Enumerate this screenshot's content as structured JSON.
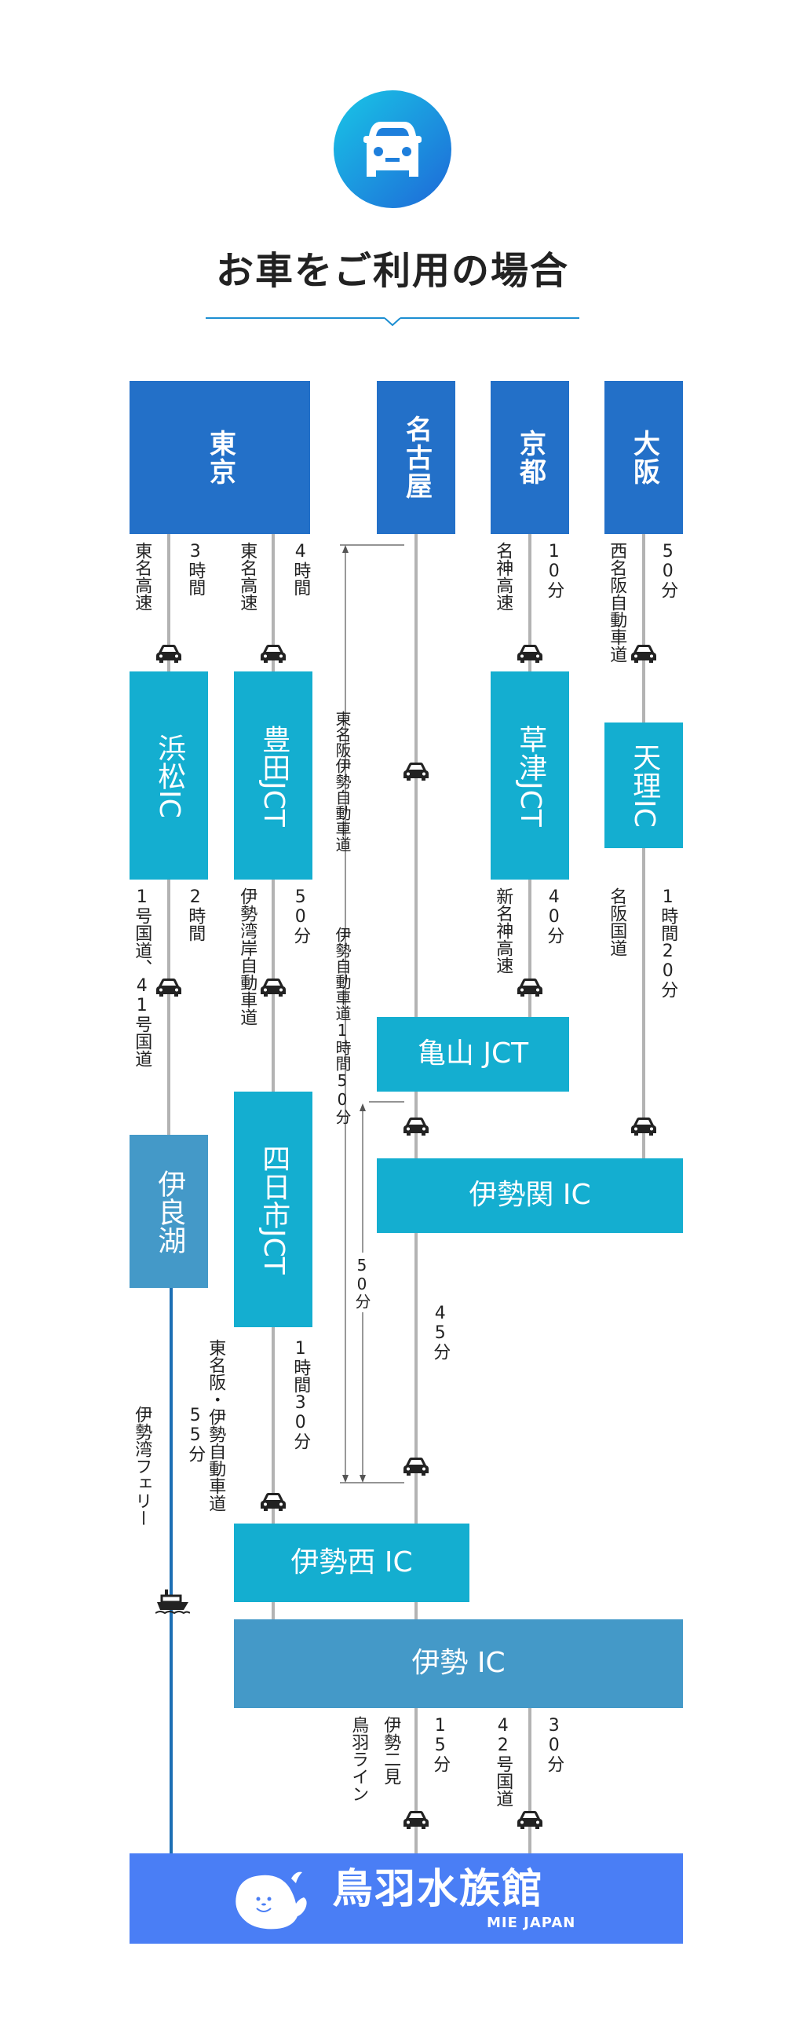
{
  "page": {
    "title": "お車をご利用の場合"
  },
  "origins": {
    "tokyo": "東京",
    "nagoya": "名古屋",
    "kyoto": "京都",
    "osaka": "大阪"
  },
  "nodes": {
    "hamamatsu": "浜松IC",
    "toyota": "豊田JCT",
    "kusatsu": "草津JCT",
    "tenri": "天理IC",
    "kameyama": "亀山 JCT",
    "iseseki": "伊勢関 IC",
    "irago": "伊良湖",
    "yokkaichi": "四日市JCT",
    "isenishi": "伊勢西 IC",
    "ise": "伊勢 IC"
  },
  "routes": {
    "tokyo_hamamatsu_road": "東名高速",
    "tokyo_hamamatsu_time": "3時間",
    "tokyo_toyota_road": "東名高速",
    "tokyo_toyota_time": "4時間",
    "kyoto_road": "名神高速",
    "kyoto_time": "10分",
    "osaka_road": "西名阪自動車道",
    "osaka_time": "50分",
    "hamamatsu_road": "1号国道、41号国道",
    "hamamatsu_time": "2時間",
    "toyota_road": "伊勢湾岸自動車道",
    "toyota_time": "50分",
    "kusatsu_road": "新名神高速",
    "kusatsu_time": "40分",
    "tenri_road": "名阪国道",
    "tenri_time": "1時間20分",
    "nagoya_bracket_1": "東名阪伊勢自動車道",
    "nagoya_bracket_2": "伊勢自動車道1時間50分",
    "kameyama_bracket": "50分",
    "iseseki_time": "45分",
    "yokkaichi_road": "東名阪・伊勢自動車道",
    "yokkaichi_time": "1時間30分",
    "ferry_name": "伊勢湾フェリー",
    "ferry_time": "55分",
    "ise_road_1": "鳥羽ライン",
    "ise_road_2": "伊勢二見",
    "ise_time_1": "15分",
    "ise_road_3": "42号国道",
    "ise_time_2": "30分"
  },
  "destination": {
    "name": "鳥羽水族館",
    "sub": "MIE JAPAN"
  },
  "colors": {
    "city": "#2370c8",
    "teal": "#14aed0",
    "steel": "#4499c8",
    "aquarium": "#4a7ef5",
    "line": "#b0b0b0",
    "ferry_line": "#1c6fb4"
  }
}
